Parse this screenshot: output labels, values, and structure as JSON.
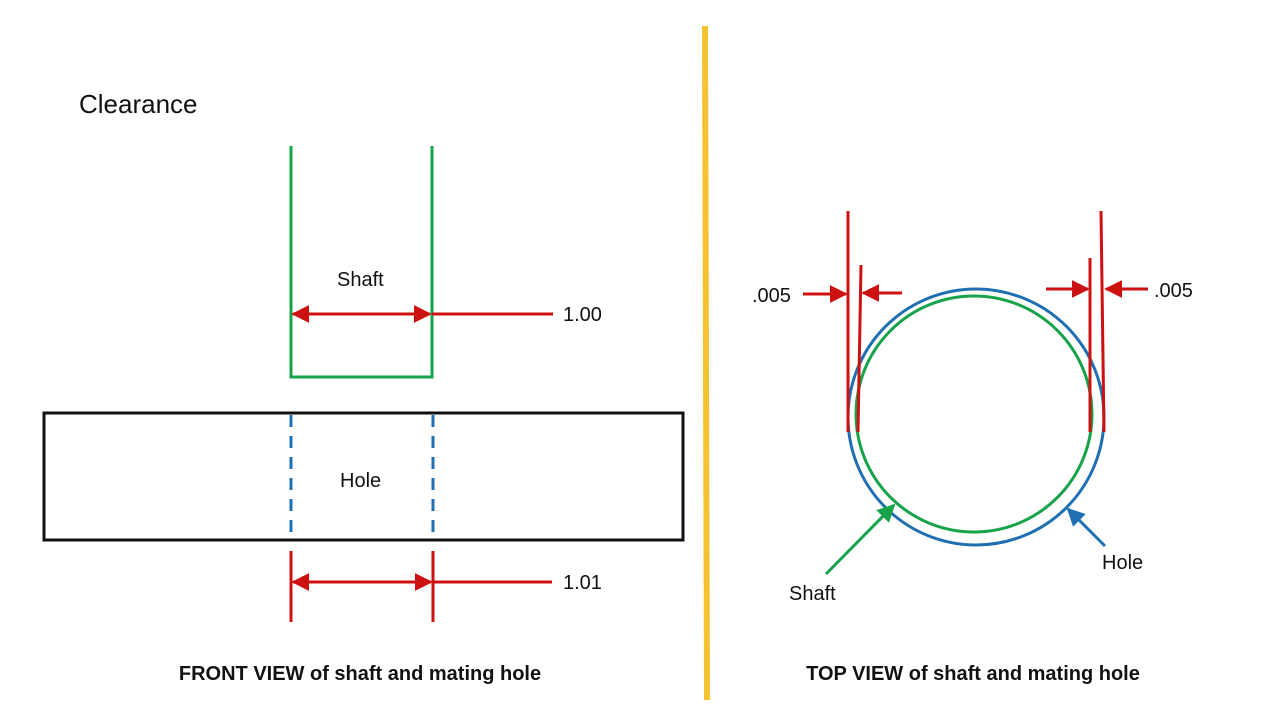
{
  "title": "Clearance",
  "front": {
    "shaft_label": "Shaft",
    "hole_label": "Hole",
    "shaft_dim": "1.00",
    "hole_dim": "1.01",
    "caption": "FRONT VIEW of shaft and mating hole"
  },
  "top": {
    "left_clearance": ".005",
    "right_clearance": ".005",
    "shaft_label": "Shaft",
    "hole_label": "Hole",
    "caption": "TOP VIEW of shaft and mating hole"
  },
  "colors": {
    "shaft": "#16a34a",
    "hole": "#1f6fb2",
    "dimension": "#cc1111",
    "divider": "#f5c232",
    "outline": "#111111"
  }
}
